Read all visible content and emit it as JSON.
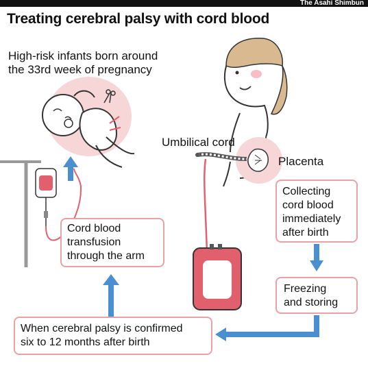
{
  "header": {
    "title": "Treating cerebral palsy with cord blood",
    "credit": "The Asahi Shimbun"
  },
  "labels": {
    "infants_line1": "High-risk infants born around",
    "infants_line2": "the 33rd week of pregnancy",
    "umbilical_cord": "Umbilical cord",
    "placenta": "Placenta"
  },
  "steps": {
    "collecting": [
      "Collecting",
      "cord blood",
      "immediately",
      "after birth"
    ],
    "freezing": [
      "Freezing",
      "and storing"
    ],
    "confirmed": [
      "When cerebral palsy is confirmed",
      "six to 12 months after birth"
    ],
    "transfusion": [
      "Cord blood",
      "transfusion",
      "through the arm"
    ]
  },
  "colors": {
    "arrow_blue": "#4a8fd0",
    "box_border": "#e9a1a5",
    "blood_pink": "#e2606e",
    "skin_pink": "#f7d6d8",
    "hair": "#d9b98f"
  }
}
